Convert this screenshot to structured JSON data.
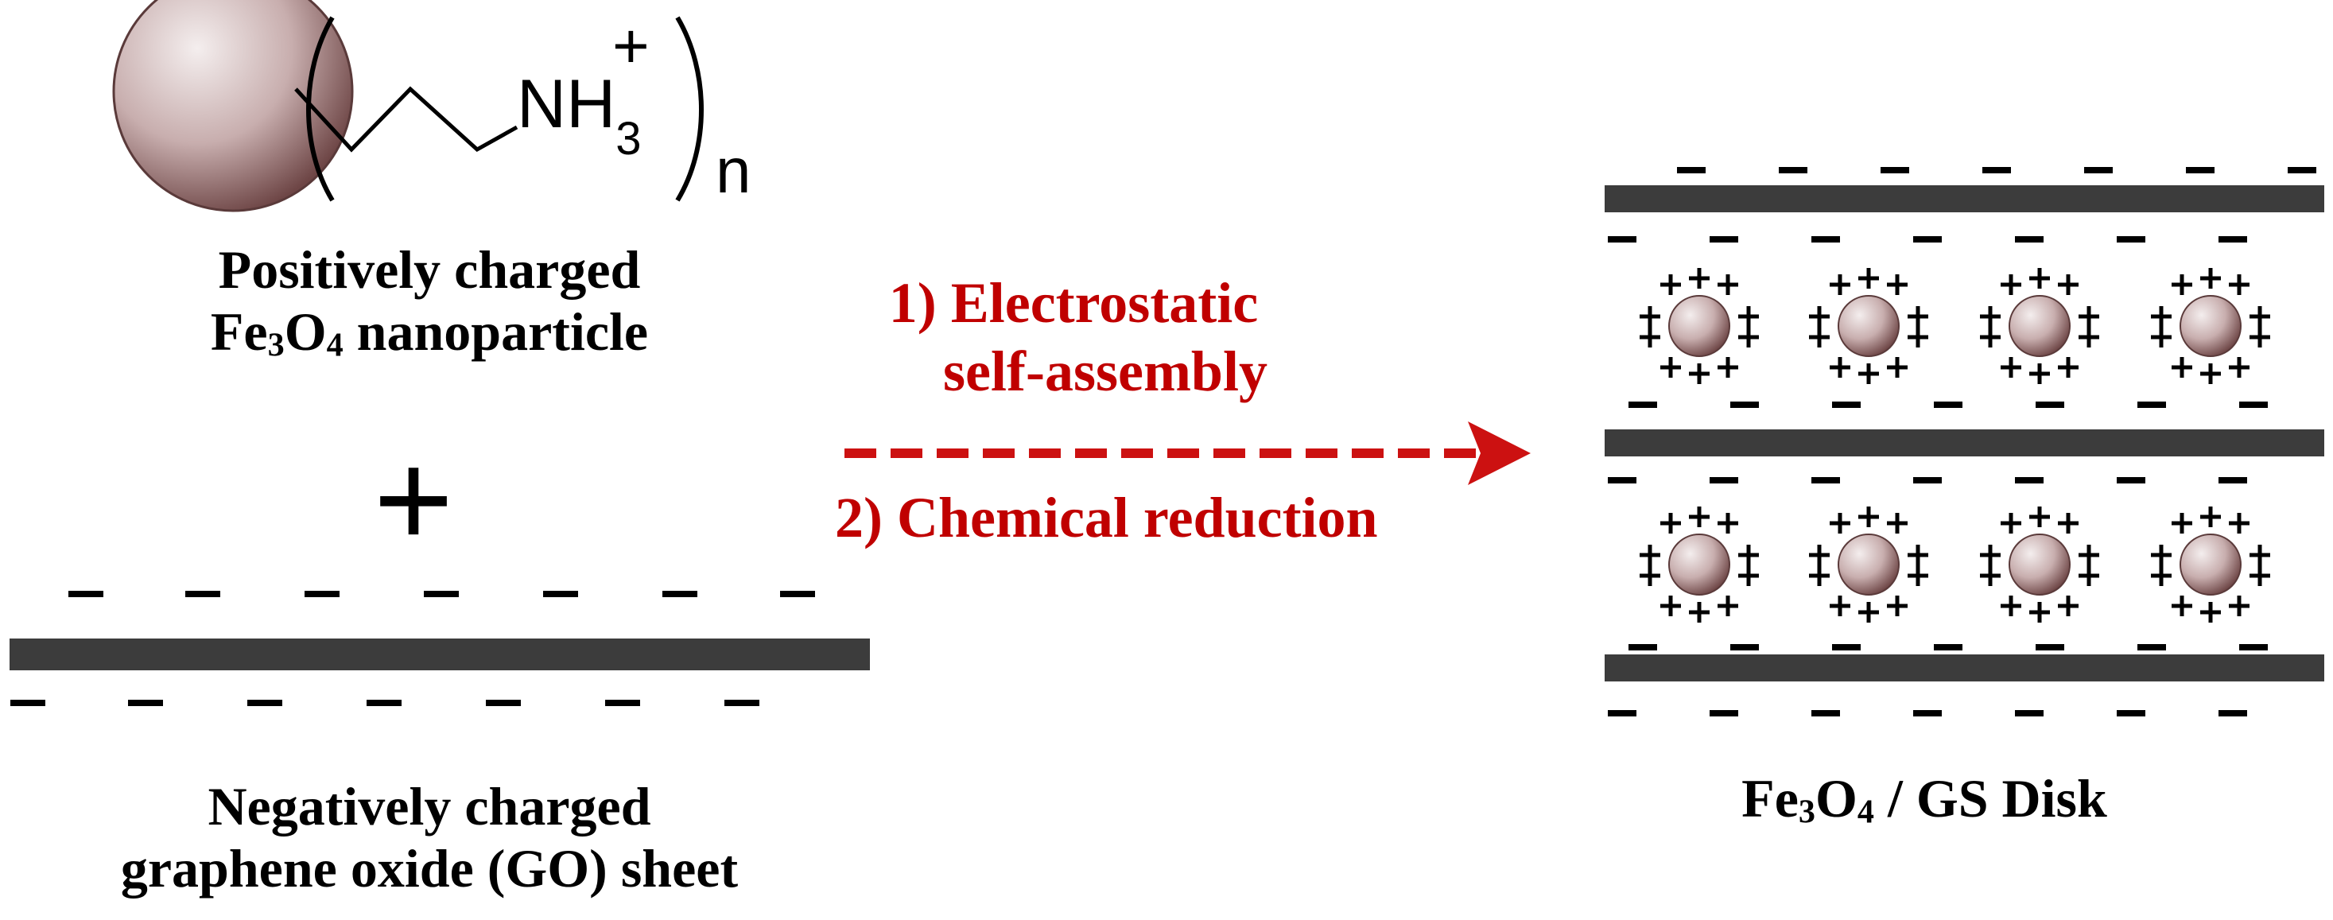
{
  "colors": {
    "sheet": "#3c3c3c",
    "arrow": "#cc1111",
    "text_red": "#c00000",
    "particle_light": "#f4eeee",
    "particle_dark": "#6e4646"
  },
  "molecule": {
    "group": "NH",
    "group_sub": "3",
    "charge": "+",
    "repeat": "n"
  },
  "labels": {
    "positive_line1": "Positively charged",
    "positive_line2_pre": "Fe",
    "positive_line2_sub1": "3",
    "positive_line2_mid": "O",
    "positive_line2_sub2": "4",
    "positive_line2_post": " nanoparticle",
    "plus_sign": "+",
    "negative_line1": "Negatively charged",
    "negative_line2": "graphene oxide (GO) sheet",
    "step1_line1": "1) Electrostatic",
    "step1_line2": "self-assembly",
    "step2": "2) Chemical reduction",
    "product_pre": "Fe",
    "product_sub1": "3",
    "product_mid": "O",
    "product_sub2": "4",
    "product_post": " / GS Disk"
  }
}
